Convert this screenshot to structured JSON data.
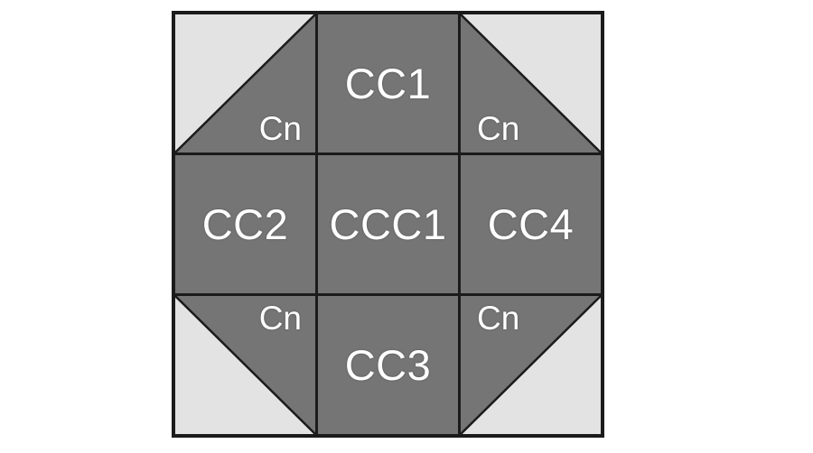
{
  "figure": {
    "colors": {
      "dark": "#757575",
      "light": "#e3e3e3",
      "line": "#1b1b1b",
      "label_text": "#ffffff",
      "background": "#ffffff"
    },
    "cells": [
      {
        "position": "top-left",
        "type": "corner-triangle",
        "dark_half": "bottom-right",
        "label": "Cn"
      },
      {
        "position": "top-center",
        "type": "solid",
        "label": "CC1"
      },
      {
        "position": "top-right",
        "type": "corner-triangle",
        "dark_half": "bottom-left",
        "label": "Cn"
      },
      {
        "position": "middle-left",
        "type": "solid",
        "label": "CC2"
      },
      {
        "position": "center",
        "type": "solid",
        "label": "CCC1"
      },
      {
        "position": "middle-right",
        "type": "solid",
        "label": "CC4"
      },
      {
        "position": "bottom-left",
        "type": "corner-triangle",
        "dark_half": "top-right",
        "label": "Cn"
      },
      {
        "position": "bottom-center",
        "type": "solid",
        "label": "CC3"
      },
      {
        "position": "bottom-right",
        "type": "corner-triangle",
        "dark_half": "top-left",
        "label": "Cn"
      }
    ]
  }
}
